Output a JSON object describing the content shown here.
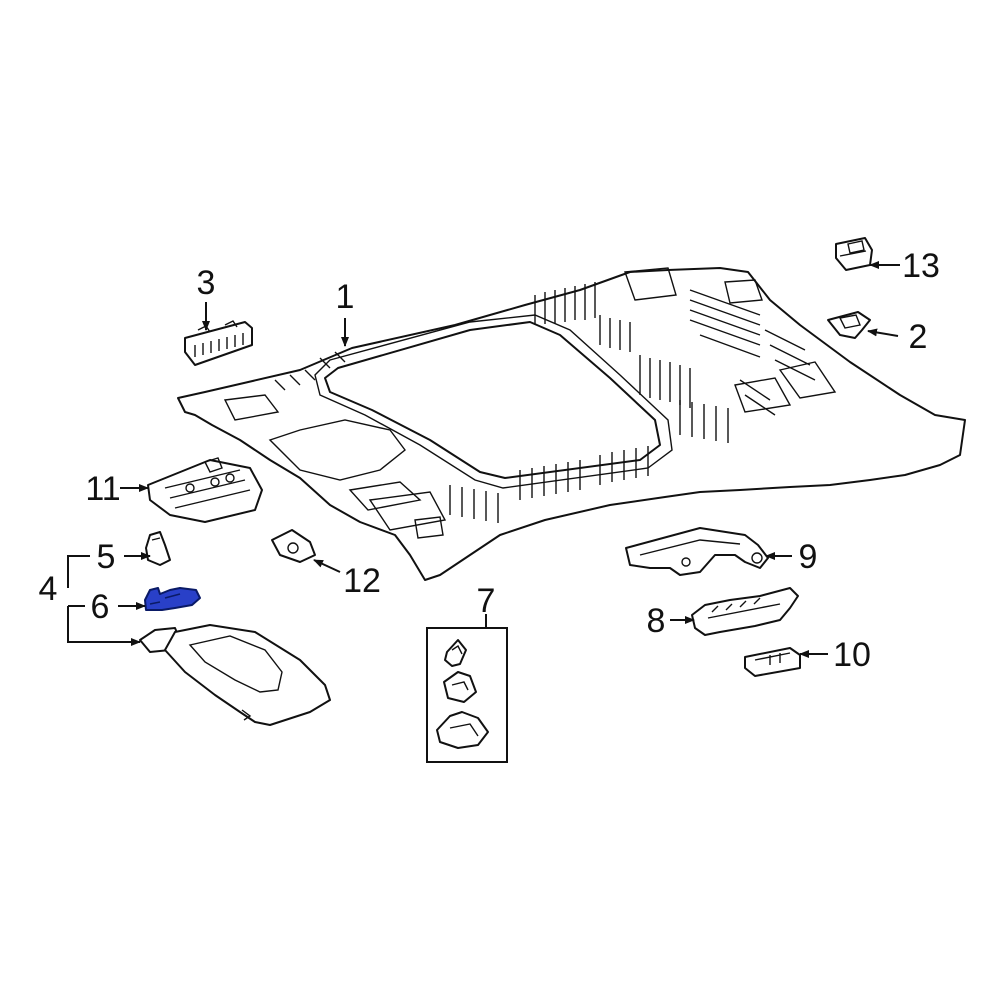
{
  "diagram": {
    "callouts": [
      {
        "id": "c1",
        "text": "1"
      },
      {
        "id": "c2",
        "text": "2"
      },
      {
        "id": "c3",
        "text": "3"
      },
      {
        "id": "c4",
        "text": "4"
      },
      {
        "id": "c5",
        "text": "5"
      },
      {
        "id": "c6",
        "text": "6"
      },
      {
        "id": "c7",
        "text": "7"
      },
      {
        "id": "c8",
        "text": "8"
      },
      {
        "id": "c9",
        "text": "9"
      },
      {
        "id": "c10",
        "text": "10"
      },
      {
        "id": "c11",
        "text": "11"
      },
      {
        "id": "c12",
        "text": "12"
      },
      {
        "id": "c13",
        "text": "13"
      }
    ],
    "highlighted_part": "6",
    "colors": {
      "highlight": "#2940c8",
      "line": "#111111",
      "background": "#ffffff"
    }
  }
}
